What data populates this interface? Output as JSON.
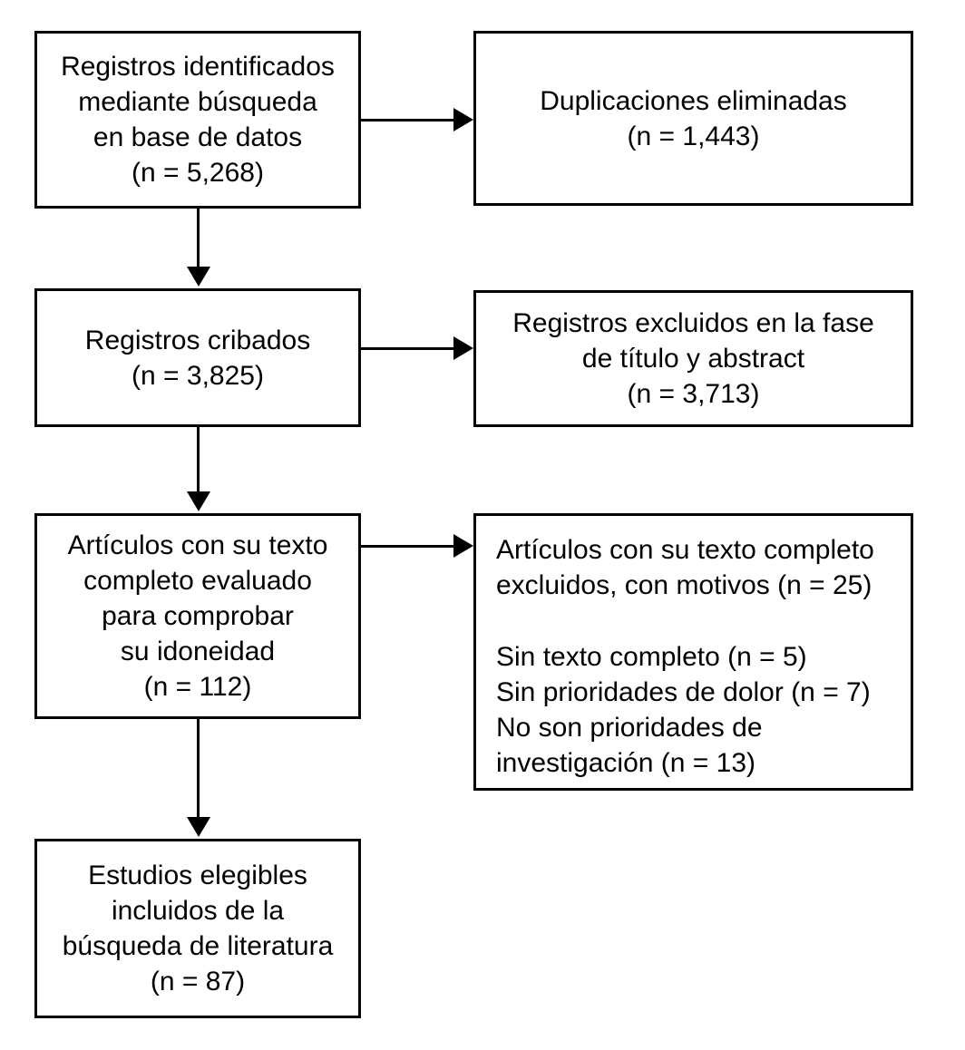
{
  "diagram": {
    "type": "prisma-flow-diagram",
    "language": "es",
    "colors": {
      "box_border": "#000000",
      "box_fill": "#ffffff",
      "connector": "#000000",
      "text": "#000000"
    },
    "boxes": {
      "identified": {
        "lines": [
          "Registros identificados",
          "mediante búsqueda",
          "en base de datos",
          "(n = 5,268)"
        ],
        "n": "5,268"
      },
      "duplicates_removed": {
        "lines": [
          "Duplicaciones eliminadas",
          "(n = 1,443)"
        ],
        "n": "1,443"
      },
      "screened": {
        "lines": [
          "Registros cribados",
          "(n = 3,825)"
        ],
        "n": "3,825"
      },
      "excluded_title_abstract": {
        "lines": [
          "Registros excluidos en la fase",
          "de título y abstract",
          "(n = 3,713)"
        ],
        "n": "3,713"
      },
      "fulltext_assessed": {
        "lines": [
          "Artículos con su texto",
          "completo evaluado",
          "para comprobar",
          "su idoneidad",
          "(n = 112)"
        ],
        "n": "112"
      },
      "fulltext_excluded": {
        "lines": [
          "Artículos con su texto completo",
          "excluidos, con motivos (n = 25)",
          "",
          "Sin texto completo (n = 5)",
          "Sin prioridades de dolor (n = 7)",
          "No son prioridades de",
          "investigación (n = 13)"
        ],
        "n": "25",
        "reasons": [
          {
            "label": "Sin texto completo",
            "n": "5"
          },
          {
            "label": "Sin prioridades de dolor",
            "n": "7"
          },
          {
            "label": "No son prioridades de investigación",
            "n": "13"
          }
        ]
      },
      "included": {
        "lines": [
          "Estudios elegibles",
          "incluidos de la",
          "búsqueda de literatura",
          "(n = 87)"
        ],
        "n": "87"
      }
    }
  }
}
